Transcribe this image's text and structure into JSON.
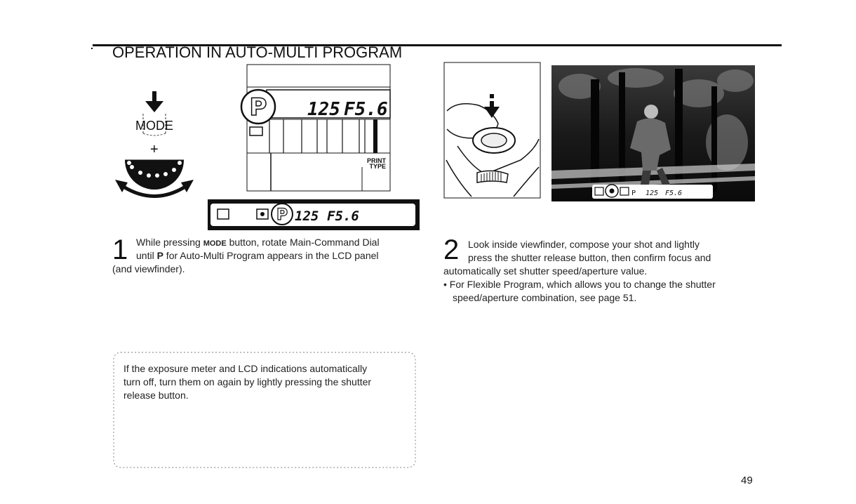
{
  "header": {
    "title": "OPERATION IN AUTO-MULTI PROGRAM"
  },
  "figures": {
    "mode_button": {
      "label": "MODE",
      "plus": "+"
    },
    "lcd_panel": {
      "mode": "P",
      "shutter": "125",
      "aperture": "F5.6",
      "print_type_line1": "PRINT",
      "print_type_line2": "TYPE"
    },
    "viewfinder_strip": {
      "mode": "P",
      "shutter": "125",
      "aperture": "F5.6"
    },
    "viewfinder_photo_strip": {
      "mode": "P",
      "shutter": "125",
      "aperture": "F5.6"
    }
  },
  "steps": [
    {
      "number": "1",
      "line1_a": "While pressing ",
      "line1_mode": "MODE",
      "line1_b": " button, rotate Main-Command Dial",
      "line2_a": "until ",
      "line2_p": "P",
      "line2_b": " for Auto-Multi Program appears in the LCD panel",
      "line3": "(and viewfinder)."
    },
    {
      "number": "2",
      "line1": "Look inside viewfinder, compose your shot and lightly",
      "line2": "press the shutter release button, then confirm focus and",
      "line3": "automatically set shutter speed/aperture value.",
      "bullet_line1": "• For Flexible Program, which allows you to change the shutter",
      "bullet_line2": "speed/aperture combination, see page 51."
    }
  ],
  "note": {
    "line1": "If the exposure meter and LCD indications automatically",
    "line2": "turn off, turn them on again by lightly pressing the shutter",
    "line3": "release button."
  },
  "page_number": "49"
}
